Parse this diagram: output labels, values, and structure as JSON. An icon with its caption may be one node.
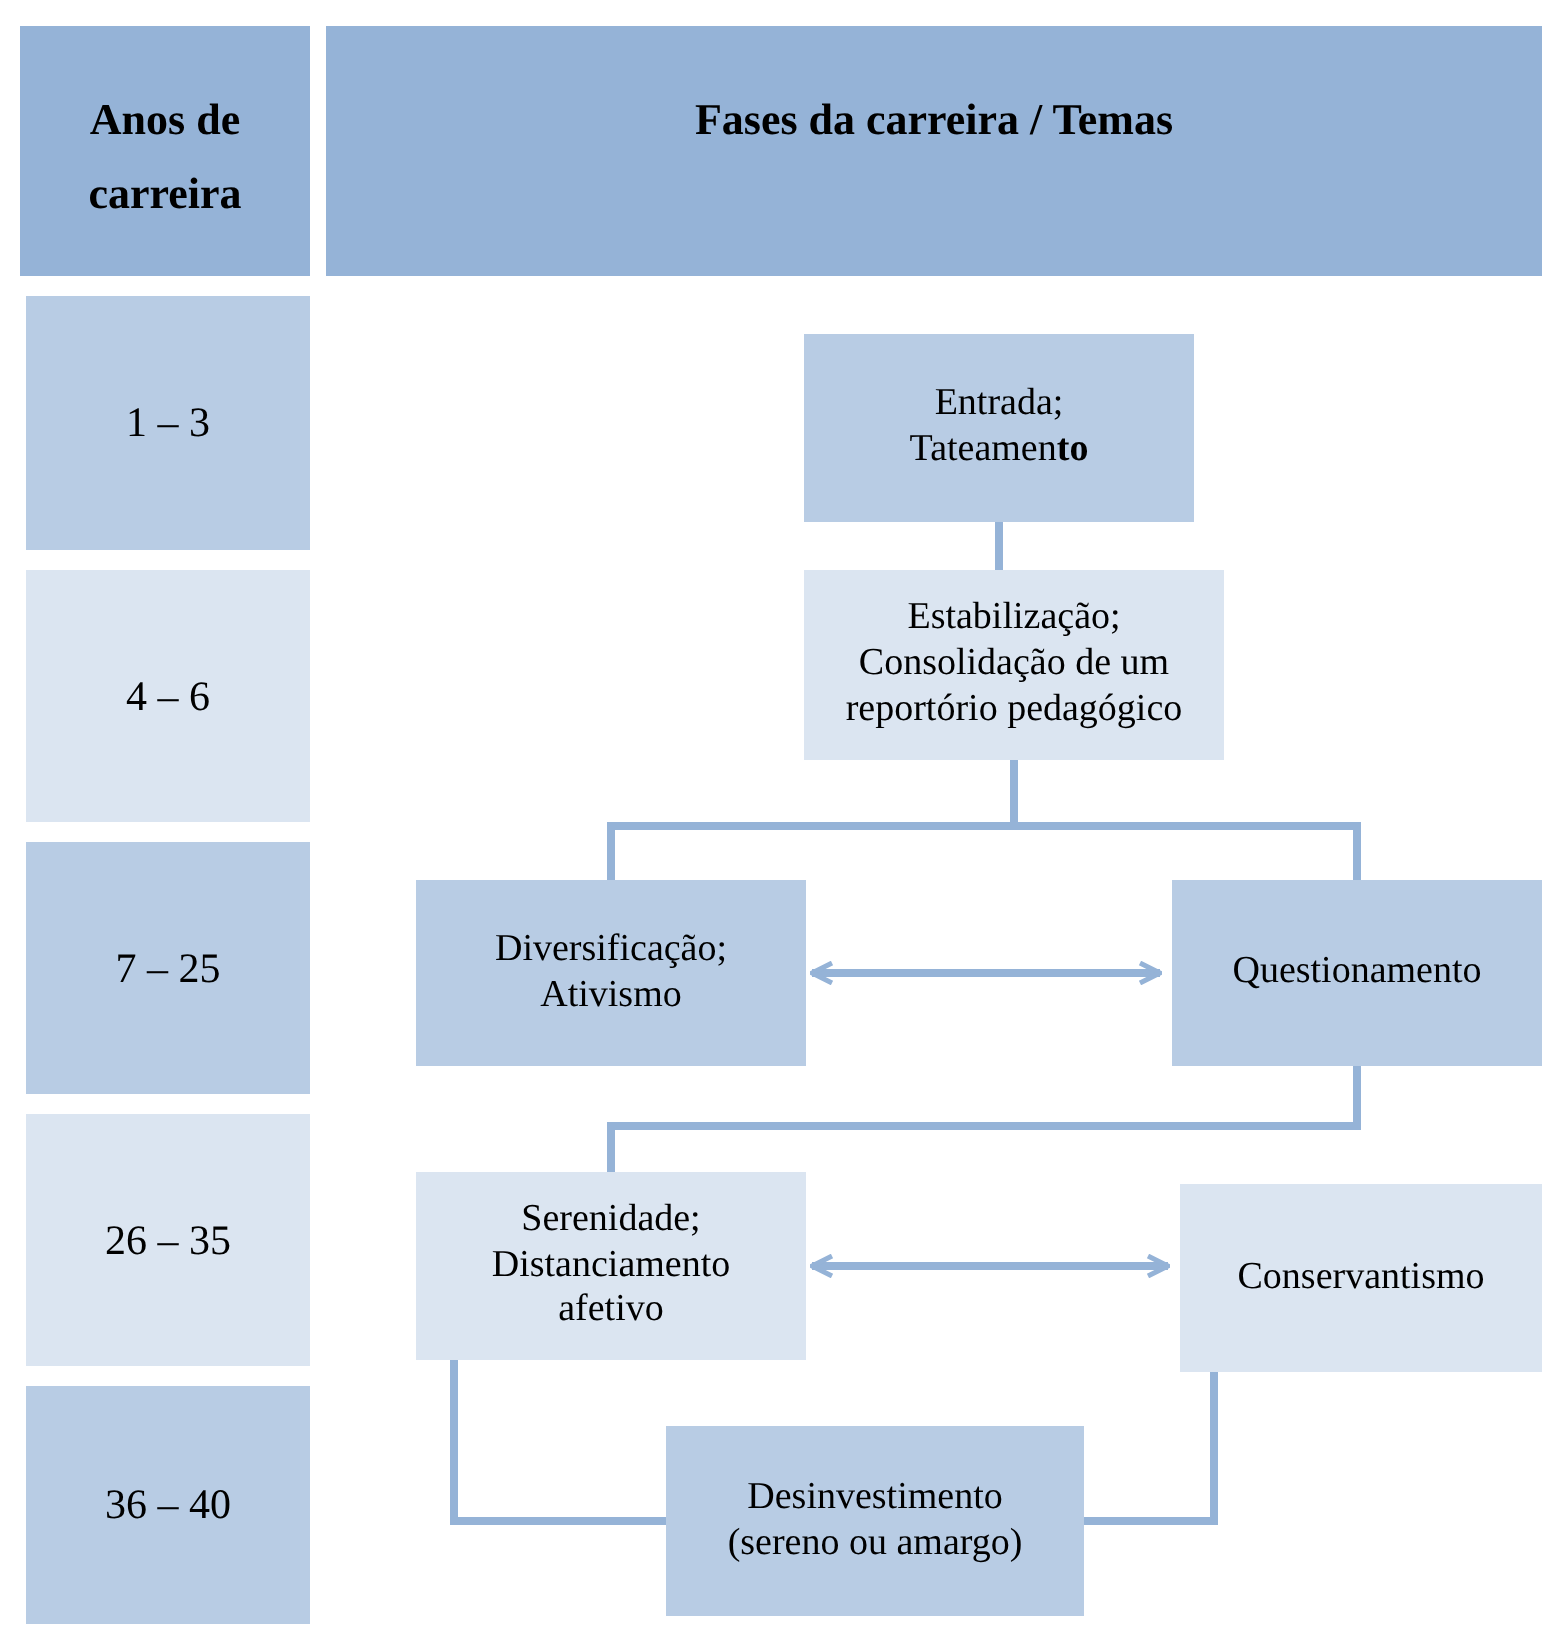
{
  "diagram": {
    "nodes": [
      {
        "text": [
          "Entrada; Tateamen**to**"
        ]
      },
      {
        "text": [
          "Estabilização; Consolidação de um reportório pedagógico"
        ]
      },
      {
        "text": [
          "Diversificação; Ativismo"
        ]
      },
      {
        "text": [
          "Questionamento"
        ]
      },
      {
        "text": [
          "Serenidade; Distanciamento afetivo"
        ]
      },
      {
        "text": [
          "Conservantismo"
        ]
      },
      {
        "text": [
          "Desinvestimento (sereno ou amargo)"
        ]
      }
    ],
    "edges": [
      {
        "from": 0,
        "to": 1,
        "arrow": "none"
      },
      {
        "from": 1,
        "to": 2,
        "arrow": "none"
      },
      {
        "from": 1,
        "to": 3,
        "arrow": "none"
      },
      {
        "from": 2,
        "to": 3,
        "arrow": "both"
      },
      {
        "from": 3,
        "to": 4,
        "arrow": "none"
      },
      {
        "from": 4,
        "to": 5,
        "arrow": "both"
      },
      {
        "from": 4,
        "to": 6,
        "arrow": "none"
      },
      {
        "from": 5,
        "to": 6,
        "arrow": "none"
      }
    ],
    "labels": [
      "Anos de carreira",
      "Fases da carreira / Temas",
      "1 – 3",
      "4 – 6",
      "7 – 25",
      "26 – 35",
      "36 – 40"
    ]
  }
}
